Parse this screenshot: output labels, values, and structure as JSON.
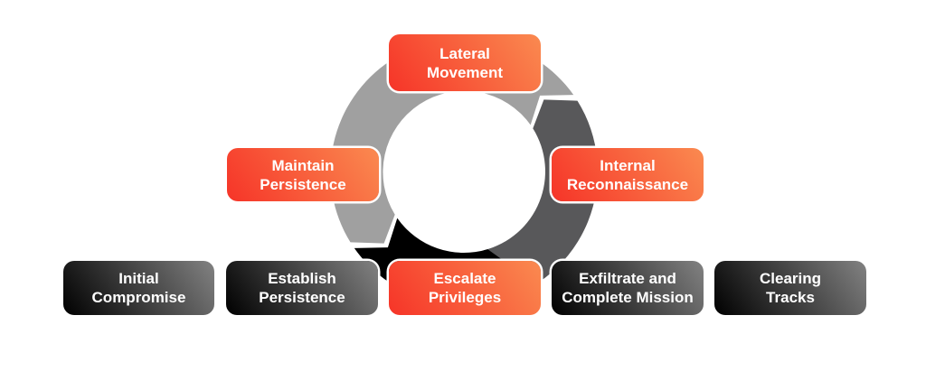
{
  "diagram": {
    "name": "attack-lifecycle-cycle",
    "colors": {
      "background": "#ffffff",
      "node_text": "#ffffff",
      "accent_from": "#f63428",
      "accent_to": "#fa8a50",
      "dark_from": "#000000",
      "dark_mid": "#3a3a3a",
      "dark_to": "#828282",
      "ring_light": "#a0a0a0",
      "ring_dark": "#58585a",
      "ring_black": "#000000"
    },
    "ring_segments": [
      {
        "id": "segment-top-left",
        "tone": "light"
      },
      {
        "id": "segment-right",
        "tone": "dark"
      },
      {
        "id": "segment-bottom",
        "tone": "black"
      }
    ],
    "nodes": [
      {
        "id": "lateral-movement",
        "variant": "accent",
        "lines": [
          "Lateral",
          "Movement"
        ]
      },
      {
        "id": "maintain-persistence",
        "variant": "accent",
        "lines": [
          "Maintain",
          "Persistence"
        ]
      },
      {
        "id": "internal-reconnaissance",
        "variant": "accent",
        "lines": [
          "Internal",
          "Reconnaissance"
        ]
      },
      {
        "id": "initial-compromise",
        "variant": "dark",
        "lines": [
          "Initial",
          "Compromise"
        ]
      },
      {
        "id": "establish-persistence",
        "variant": "dark",
        "lines": [
          "Establish",
          "Persistence"
        ]
      },
      {
        "id": "escalate-privileges",
        "variant": "accent",
        "lines": [
          "Escalate",
          "Privileges"
        ]
      },
      {
        "id": "exfiltrate-complete-mission",
        "variant": "dark",
        "lines": [
          "Exfiltrate and",
          "Complete Mission"
        ]
      },
      {
        "id": "clearing-tracks",
        "variant": "dark",
        "lines": [
          "Clearing",
          "Tracks"
        ]
      }
    ]
  }
}
